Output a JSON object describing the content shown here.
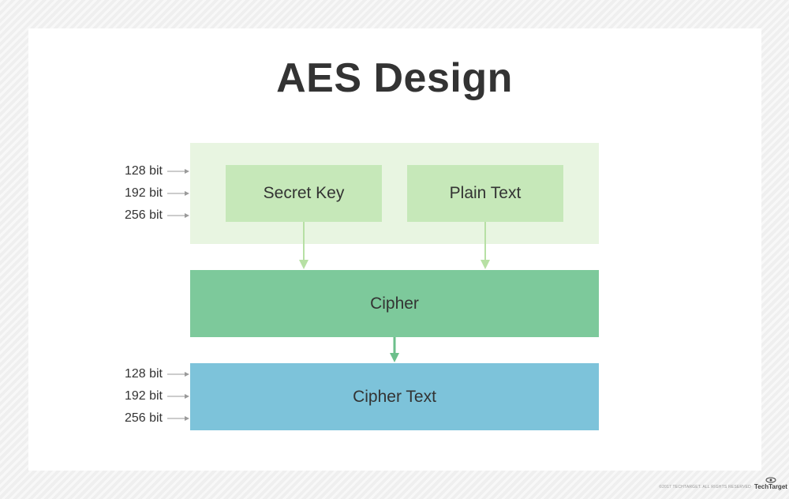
{
  "title": "AES Design",
  "boxes": {
    "secret_key": "Secret Key",
    "plain_text": "Plain Text",
    "cipher": "Cipher",
    "cipher_text": "Cipher Text"
  },
  "key_sizes": [
    "128 bit",
    "192 bit",
    "256 bit"
  ],
  "output_sizes": [
    "128 bit",
    "192 bit",
    "256 bit"
  ],
  "colors": {
    "outer_panel": "#e8f5e1",
    "input_box": "#c6e8b9",
    "cipher_box": "#7dc99b",
    "cipher_text_box": "#7dc3da",
    "input_arrow": "#b7e0a4",
    "cipher_arrow": "#6cbf8b",
    "size_arrow": "#9a9a9a"
  },
  "footer": {
    "copyright": "©2017 TECHTARGET. ALL RIGHTS RESERVED",
    "brand": "TechTarget"
  }
}
